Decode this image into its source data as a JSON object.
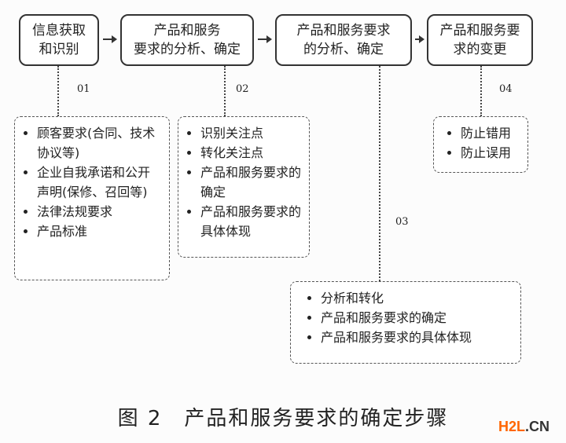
{
  "steps": [
    "信息获取\n和识别",
    "产品和服务\n要求的分析、确定",
    "产品和服务要求\n的分析、确定",
    "产品和服务要\n求的变更"
  ],
  "labels": [
    "01",
    "02",
    "03",
    "04"
  ],
  "details": {
    "d1": [
      "顾客要求(合同、技术 协议等)",
      "企业自我承诺和公开声明(保修、召回等)",
      "法律法规要求",
      "产品标准"
    ],
    "d2": [
      "识别关注点",
      "转化关注点",
      "产品和服务要求的确定",
      "产品和服务要求的具体体现"
    ],
    "d3": [
      "分析和转化",
      "产品和服务要求的确定",
      "产品和服务要求的具体体现"
    ],
    "d4": [
      "防止错用",
      "防止误用"
    ]
  },
  "caption": "图 2　产品和服务要求的确定步骤",
  "watermark": {
    "brand": "H2L",
    "suffix": ".CN",
    "brand_color": "#ff6600",
    "suffix_color": "#333333"
  }
}
